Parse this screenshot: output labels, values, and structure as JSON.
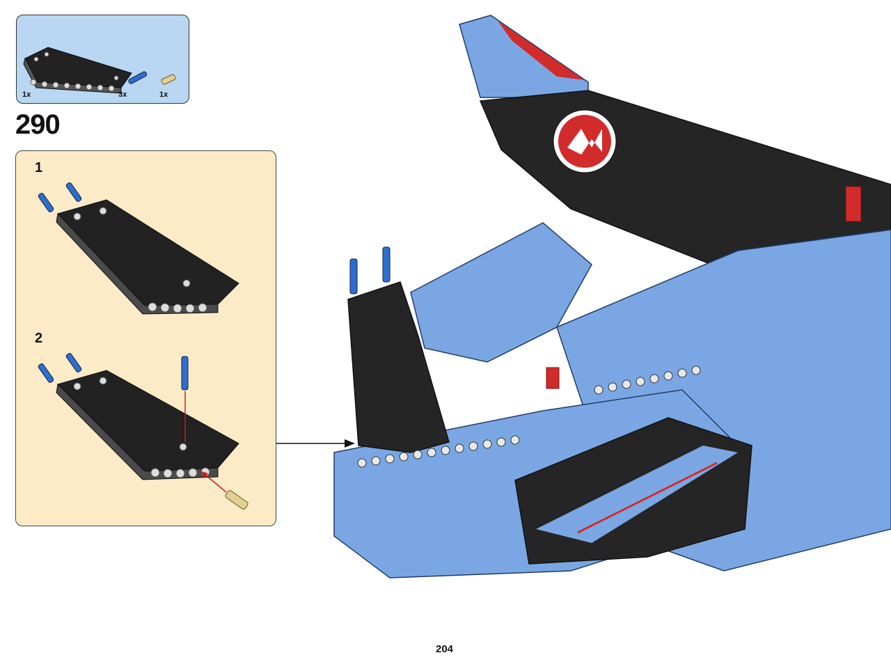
{
  "parts_list": {
    "items": [
      {
        "name": "black-panel",
        "quantity": "1x"
      },
      {
        "name": "blue-pin",
        "quantity": "3x"
      },
      {
        "name": "tan-pin",
        "quantity": "1x"
      }
    ]
  },
  "step": {
    "number": "290"
  },
  "substeps": [
    {
      "label": "1"
    },
    {
      "label": "2"
    }
  ],
  "page": {
    "number": "204"
  },
  "colors": {
    "parts_box_bg": "#b9d7f2",
    "substep_box_bg": "#fdebc8",
    "model_blue": "#7aa7e3",
    "panel_black": "#222222",
    "pin_blue": "#2d6fd1",
    "pin_tan": "#e2cf8f",
    "accent_red": "#d22b2b"
  }
}
